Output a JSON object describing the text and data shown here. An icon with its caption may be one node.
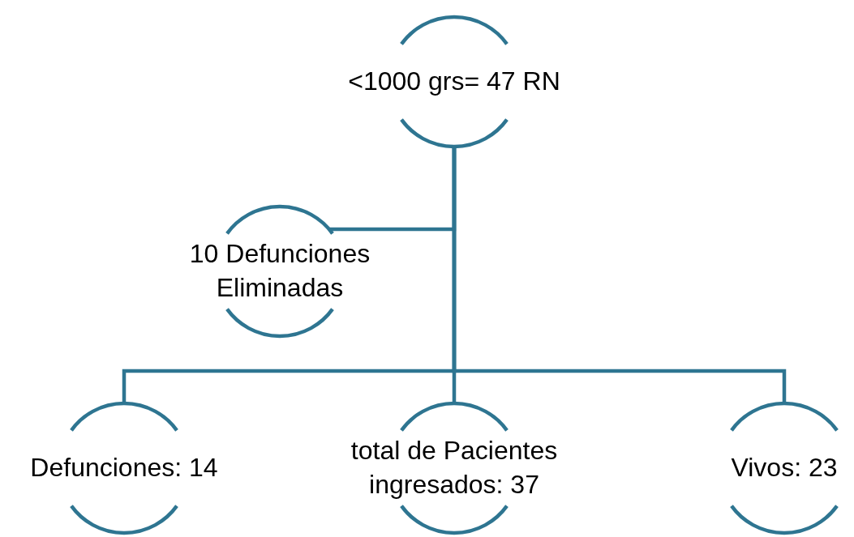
{
  "diagram": {
    "nodes": [
      {
        "text": [
          "<1000 grs= 47 RN"
        ]
      },
      {
        "text": [
          "10 Defunciones Eliminadas"
        ]
      },
      {
        "text": [
          "Defunciones: 14"
        ]
      },
      {
        "text": [
          "total de Pacientes ingresados: 37"
        ]
      },
      {
        "text": [
          "Vivos: 23"
        ]
      }
    ],
    "edges": [
      {
        "from": 0,
        "to": 1,
        "arrow": "none"
      },
      {
        "from": 0,
        "to": 2,
        "arrow": "none"
      },
      {
        "from": 0,
        "to": 3,
        "arrow": "none"
      },
      {
        "from": 0,
        "to": 4,
        "arrow": "none"
      }
    ]
  }
}
